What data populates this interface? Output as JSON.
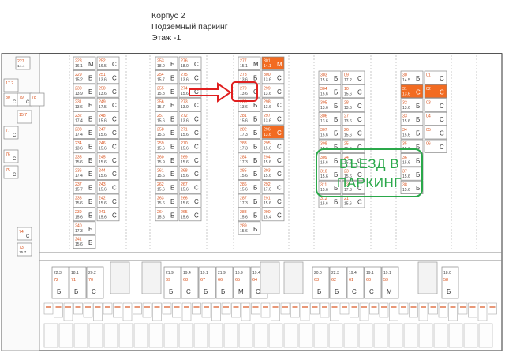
{
  "header": {
    "line1": "Корпус 2",
    "line2": "Подземный паркинг",
    "line3": "Этаж -1"
  },
  "entrance": {
    "line1": "ВЪЕЗД В",
    "line2": "ПАРКИНГ"
  },
  "colors": {
    "highlight": "#f26b21",
    "entrance": "#2aa84a",
    "arrow": "#e02020",
    "line": "#9a9a9a",
    "text_num": "#d9531e"
  },
  "columns": [
    {
      "spots": [
        {
          "n": "228",
          "a": "16.1",
          "t": "М",
          "h": false
        },
        {
          "n": "229",
          "a": "15.2",
          "t": "Б",
          "h": false
        },
        {
          "n": "230",
          "a": "13.9",
          "t": "Б",
          "h": false
        },
        {
          "n": "231",
          "a": "13.6",
          "t": "Б",
          "h": false
        },
        {
          "n": "232",
          "a": "17.4",
          "t": "Б",
          "h": false
        },
        {
          "n": "233",
          "a": "17.4",
          "t": "Б",
          "h": false
        },
        {
          "n": "234",
          "a": "13.6",
          "t": "Б",
          "h": false
        },
        {
          "n": "235",
          "a": "15.6",
          "t": "Б",
          "h": false
        },
        {
          "n": "236",
          "a": "17.4",
          "t": "Б",
          "h": false
        },
        {
          "n": "237",
          "a": "15.7",
          "t": "Б",
          "h": false
        },
        {
          "n": "238",
          "a": "15.6",
          "t": "Б",
          "h": false
        },
        {
          "n": "239",
          "a": "15.6",
          "t": "Б",
          "h": false
        },
        {
          "n": "240",
          "a": "17.3",
          "t": "Б",
          "h": false
        },
        {
          "n": "241",
          "a": "15.6",
          "t": "Б",
          "h": false
        }
      ]
    },
    {
      "spots": [
        {
          "n": "252",
          "a": "16.5",
          "t": "С",
          "h": false
        },
        {
          "n": "251",
          "a": "13.6",
          "t": "С",
          "h": false
        },
        {
          "n": "250",
          "a": "13.6",
          "t": "С",
          "h": false
        },
        {
          "n": "249",
          "a": "17.5",
          "t": "С",
          "h": false
        },
        {
          "n": "248",
          "a": "15.6",
          "t": "С",
          "h": false
        },
        {
          "n": "247",
          "a": "15.6",
          "t": "С",
          "h": false
        },
        {
          "n": "246",
          "a": "15.6",
          "t": "С",
          "h": false
        },
        {
          "n": "245",
          "a": "15.6",
          "t": "С",
          "h": false
        },
        {
          "n": "244",
          "a": "15.6",
          "t": "С",
          "h": false
        },
        {
          "n": "243",
          "a": "15.6",
          "t": "С",
          "h": false
        },
        {
          "n": "242",
          "a": "15.6",
          "t": "С",
          "h": false
        },
        {
          "n": "241",
          "a": "15.6",
          "t": "С",
          "h": false
        }
      ]
    },
    {
      "spots": [
        {
          "n": "253",
          "a": "18.0",
          "t": "Б",
          "h": false
        },
        {
          "n": "254",
          "a": "15.7",
          "t": "Б",
          "h": false
        },
        {
          "n": "255",
          "a": "15.8",
          "t": "Б",
          "h": false
        },
        {
          "n": "256",
          "a": "15.7",
          "t": "Б",
          "h": false
        },
        {
          "n": "257",
          "a": "15.6",
          "t": "Б",
          "h": false
        },
        {
          "n": "258",
          "a": "15.6",
          "t": "Б",
          "h": false
        },
        {
          "n": "259",
          "a": "15.6",
          "t": "Б",
          "h": false
        },
        {
          "n": "260",
          "a": "15.9",
          "t": "Б",
          "h": false
        },
        {
          "n": "261",
          "a": "15.6",
          "t": "Б",
          "h": false
        },
        {
          "n": "262",
          "a": "15.6",
          "t": "Б",
          "h": false
        },
        {
          "n": "263",
          "a": "15.6",
          "t": "Б",
          "h": false
        },
        {
          "n": "264",
          "a": "15.6",
          "t": "Б",
          "h": false
        }
      ]
    },
    {
      "spots": [
        {
          "n": "276",
          "a": "18.0",
          "t": "С",
          "h": false
        },
        {
          "n": "275",
          "a": "13.6",
          "t": "С",
          "h": false
        },
        {
          "n": "274",
          "a": "15.6",
          "t": "С",
          "h": false
        },
        {
          "n": "273",
          "a": "13.9",
          "t": "С",
          "h": false
        },
        {
          "n": "272",
          "a": "13.6",
          "t": "С",
          "h": false
        },
        {
          "n": "271",
          "a": "15.6",
          "t": "С",
          "h": false
        },
        {
          "n": "270",
          "a": "15.6",
          "t": "С",
          "h": false
        },
        {
          "n": "269",
          "a": "15.6",
          "t": "С",
          "h": false
        },
        {
          "n": "268",
          "a": "15.6",
          "t": "С",
          "h": false
        },
        {
          "n": "267",
          "a": "15.6",
          "t": "С",
          "h": false
        },
        {
          "n": "266",
          "a": "15.6",
          "t": "С",
          "h": false
        },
        {
          "n": "265",
          "a": "15.6",
          "t": "С",
          "h": false
        }
      ]
    },
    {
      "spots": [
        {
          "n": "277",
          "a": "15.1",
          "t": "М",
          "h": false
        },
        {
          "n": "278",
          "a": "13.6",
          "t": "Б",
          "h": false
        },
        {
          "n": "279",
          "a": "13.6",
          "t": "С",
          "h": false
        },
        {
          "n": "280",
          "a": "13.6",
          "t": "Б",
          "h": false
        },
        {
          "n": "281",
          "a": "15.6",
          "t": "Б",
          "h": false
        },
        {
          "n": "282",
          "a": "17.3",
          "t": "Б",
          "h": false
        },
        {
          "n": "283",
          "a": "17.3",
          "t": "Б",
          "h": false
        },
        {
          "n": "284",
          "a": "17.3",
          "t": "Б",
          "h": false
        },
        {
          "n": "285",
          "a": "15.6",
          "t": "Б",
          "h": false
        },
        {
          "n": "286",
          "a": "15.6",
          "t": "Б",
          "h": false
        },
        {
          "n": "287",
          "a": "17.3",
          "t": "Б",
          "h": false
        },
        {
          "n": "288",
          "a": "15.6",
          "t": "Б",
          "h": false
        },
        {
          "n": "289",
          "a": "15.6",
          "t": "Б",
          "h": false
        }
      ]
    },
    {
      "spots": [
        {
          "n": "301",
          "a": "14.1",
          "t": "М",
          "h": true
        },
        {
          "n": "300",
          "a": "13.6",
          "t": "С",
          "h": false
        },
        {
          "n": "299",
          "a": "13.6",
          "t": "С",
          "h": false
        },
        {
          "n": "298",
          "a": "13.6",
          "t": "С",
          "h": false
        },
        {
          "n": "297",
          "a": "13.6",
          "t": "С",
          "h": false
        },
        {
          "n": "296",
          "a": "13.6",
          "t": "С",
          "h": true
        },
        {
          "n": "295",
          "a": "15.6",
          "t": "С",
          "h": false
        },
        {
          "n": "294",
          "a": "15.6",
          "t": "С",
          "h": false
        },
        {
          "n": "293",
          "a": "15.6",
          "t": "С",
          "h": false
        },
        {
          "n": "292",
          "a": "17.0",
          "t": "С",
          "h": false
        },
        {
          "n": "291",
          "a": "15.6",
          "t": "С",
          "h": false
        },
        {
          "n": "290",
          "a": "15.4",
          "t": "С",
          "h": false
        }
      ]
    },
    {
      "spots": [
        {
          "n": "303",
          "a": "15.6",
          "t": "Б",
          "h": false
        },
        {
          "n": "304",
          "a": "15.6",
          "t": "Б",
          "h": false
        },
        {
          "n": "305",
          "a": "13.6",
          "t": "Б",
          "h": false
        },
        {
          "n": "306",
          "a": "13.6",
          "t": "Б",
          "h": false
        },
        {
          "n": "307",
          "a": "15.6",
          "t": "Б",
          "h": false
        },
        {
          "n": "308",
          "a": "15.6",
          "t": "Б",
          "h": false
        },
        {
          "n": "309",
          "a": "15.6",
          "t": "Б",
          "h": false
        },
        {
          "n": "310",
          "a": "15.6",
          "t": "Б",
          "h": false
        },
        {
          "n": "311",
          "a": "15.6",
          "t": "Б",
          "h": false
        },
        {
          "n": "312",
          "a": "15.6",
          "t": "Б",
          "h": false
        }
      ]
    },
    {
      "spots": [
        {
          "n": "09",
          "a": "17.2",
          "t": "С",
          "h": false
        },
        {
          "n": "10",
          "a": "15.6",
          "t": "С",
          "h": false
        },
        {
          "n": "28",
          "a": "13.6",
          "t": "С",
          "h": false
        },
        {
          "n": "27",
          "a": "13.6",
          "t": "С",
          "h": false
        },
        {
          "n": "26",
          "a": "15.6",
          "t": "С",
          "h": false
        },
        {
          "n": "25",
          "a": "15.6",
          "t": "С",
          "h": false
        },
        {
          "n": "24",
          "a": "15.6",
          "t": "С",
          "h": false
        },
        {
          "n": "23",
          "a": "15.6",
          "t": "С",
          "h": false
        },
        {
          "n": "22",
          "a": "17.3",
          "t": "С",
          "h": false
        },
        {
          "n": "21",
          "a": "15.6",
          "t": "С",
          "h": false
        }
      ]
    },
    {
      "spots": [
        {
          "n": "30",
          "a": "14.5",
          "t": "Б",
          "h": false
        },
        {
          "n": "31",
          "a": "13.6",
          "t": "С",
          "h": true
        },
        {
          "n": "32",
          "a": "13.6",
          "t": "Б",
          "h": false
        },
        {
          "n": "33",
          "a": "15.6",
          "t": "Б",
          "h": false
        },
        {
          "n": "34",
          "a": "15.6",
          "t": "Б",
          "h": false
        },
        {
          "n": "35",
          "a": "15.6",
          "t": "Б",
          "h": false
        },
        {
          "n": "36",
          "a": "15.6",
          "t": "Б",
          "h": false
        },
        {
          "n": "37",
          "a": "15.6",
          "t": "Б",
          "h": false
        },
        {
          "n": "38",
          "a": "15.6",
          "t": "Б",
          "h": false
        }
      ]
    },
    {
      "spots": [
        {
          "n": "01",
          "a": "",
          "t": "С",
          "h": false
        },
        {
          "n": "02",
          "a": "",
          "t": "С",
          "h": true
        },
        {
          "n": "03",
          "a": "",
          "t": "С",
          "h": false
        },
        {
          "n": "04",
          "a": "",
          "t": "С",
          "h": false
        },
        {
          "n": "05",
          "a": "",
          "t": "С",
          "h": false
        },
        {
          "n": "06",
          "a": "",
          "t": "С",
          "h": false
        }
      ]
    }
  ],
  "left_block": [
    {
      "n": "227",
      "a": "14.4",
      "t": ""
    },
    {
      "n": "17.2",
      "a": "",
      "t": ""
    },
    {
      "n": "80",
      "a": "",
      "t": "С"
    },
    {
      "n": "79",
      "a": "",
      "t": "С"
    },
    {
      "n": "78",
      "a": "",
      "t": ""
    },
    {
      "n": "15.7",
      "a": "",
      "t": ""
    },
    {
      "n": "77",
      "a": "",
      "t": "С"
    },
    {
      "n": "76",
      "a": "",
      "t": "С"
    },
    {
      "n": "75",
      "a": "",
      "t": "С"
    },
    {
      "n": "74",
      "a": "",
      "t": "С"
    },
    {
      "n": "73",
      "a": "15.7",
      "t": ""
    }
  ],
  "bottom_row": [
    {
      "n": "72",
      "a": "22.3",
      "t": "Б"
    },
    {
      "n": "71",
      "a": "18.1",
      "t": "Б"
    },
    {
      "n": "70",
      "a": "20.2",
      "t": "С"
    },
    {
      "n": "69",
      "a": "21.9",
      "t": "Б"
    },
    {
      "n": "68",
      "a": "19.4",
      "t": "С"
    },
    {
      "n": "67",
      "a": "19.1",
      "t": "Б"
    },
    {
      "n": "66",
      "a": "21.9",
      "t": "Б"
    },
    {
      "n": "65",
      "a": "16.9",
      "t": "М"
    },
    {
      "n": "64",
      "a": "19.4",
      "t": "С"
    },
    {
      "n": "63",
      "a": "20.0",
      "t": "Б"
    },
    {
      "n": "62",
      "a": "22.3",
      "t": "Б"
    },
    {
      "n": "61",
      "a": "19.4",
      "t": "С"
    },
    {
      "n": "60",
      "a": "19.1",
      "t": "С"
    },
    {
      "n": "59",
      "a": "19.1",
      "t": "М"
    },
    {
      "n": "58",
      "a": "18.0",
      "t": "Б"
    }
  ]
}
